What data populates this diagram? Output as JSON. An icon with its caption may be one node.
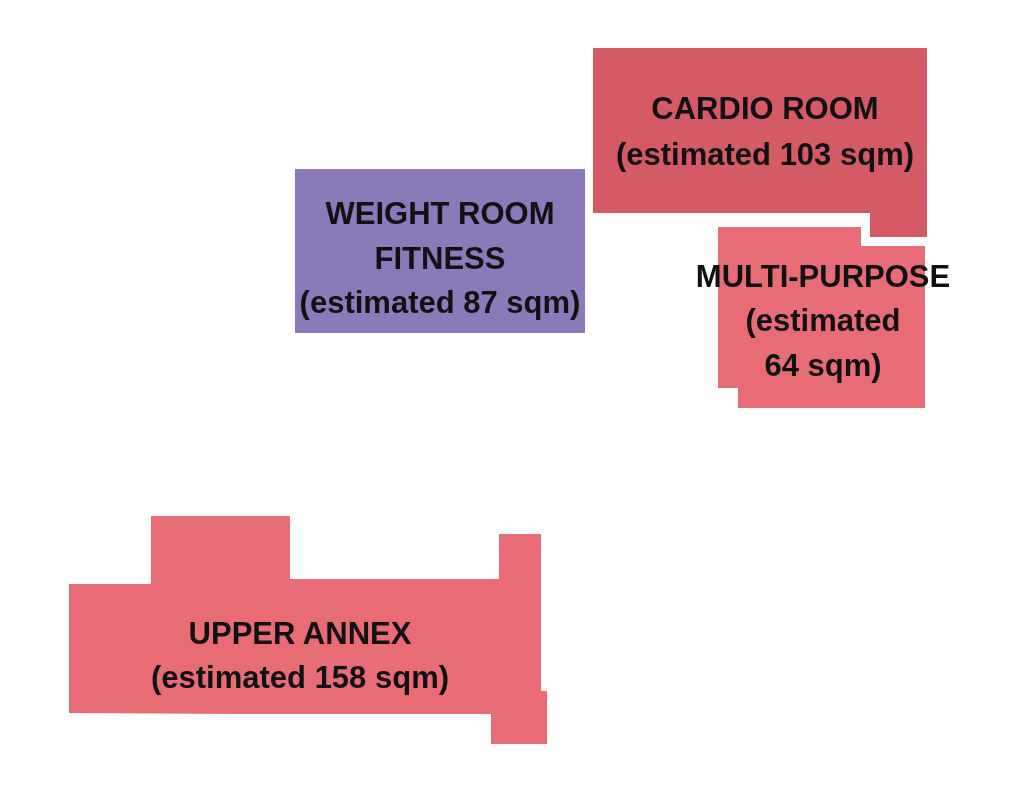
{
  "diagram": {
    "nodes": [
      {
        "text": [
          "CARDIO ROOM",
          "(estimated 103 sqm)"
        ]
      },
      {
        "text": [
          "WEIGHT ROOM FITNESS",
          "(estimated 87 sqm)"
        ]
      },
      {
        "text": [
          "MULTI-PURPOSE",
          "(estimated 64 sqm)"
        ]
      },
      {
        "text": [
          "UPPER ANNEX",
          "(estimated 158 sqm)"
        ]
      }
    ]
  }
}
